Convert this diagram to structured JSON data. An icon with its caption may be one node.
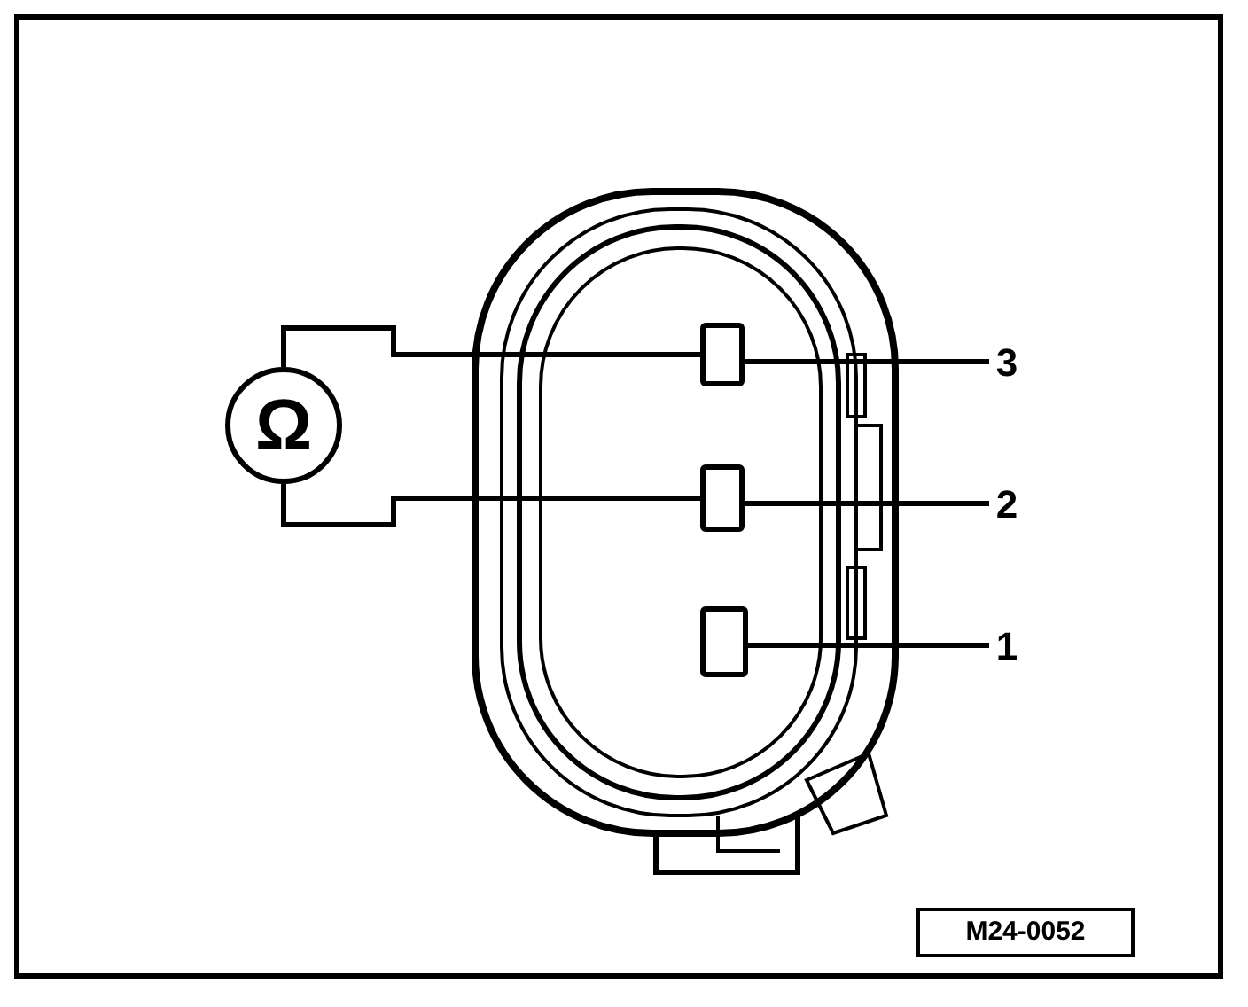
{
  "diagram": {
    "nodes": [
      {
        "text": [
          "Ω"
        ]
      },
      {
        "text": [],
        "shape": "box"
      },
      {
        "text": [],
        "shape": "box"
      },
      {
        "text": [],
        "shape": "box"
      },
      {
        "text": [
          "3"
        ]
      },
      {
        "text": [
          "2"
        ]
      },
      {
        "text": [
          "1"
        ]
      },
      {
        "text": [
          "M24-0052"
        ]
      }
    ],
    "edges": [
      {
        "from": 0,
        "to": 1,
        "arrow": "none"
      },
      {
        "from": 0,
        "to": 2,
        "arrow": "none"
      },
      {
        "from": 4,
        "to": 1,
        "arrow": "none"
      },
      {
        "from": 5,
        "to": 2,
        "arrow": "none"
      },
      {
        "from": 6,
        "to": 3,
        "arrow": "none"
      }
    ]
  }
}
